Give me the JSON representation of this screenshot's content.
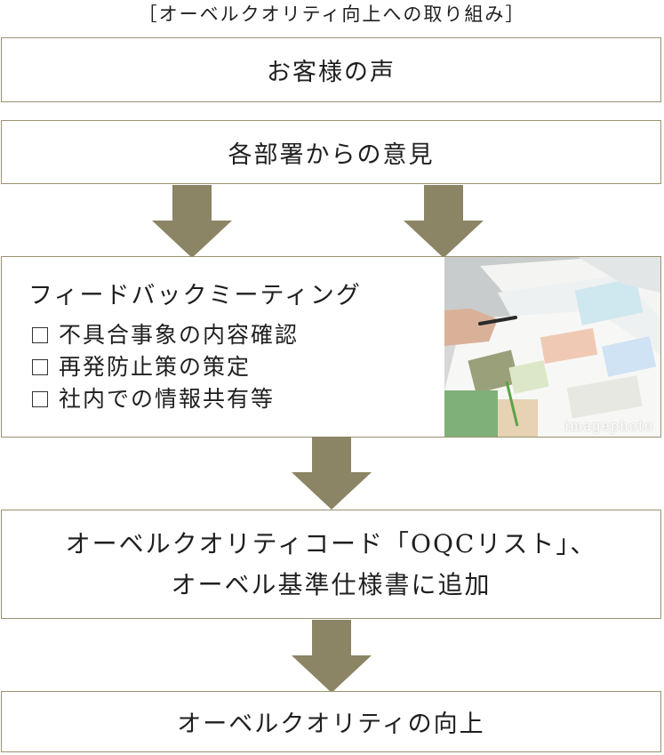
{
  "title": "［オーベルクオリティ向上への取り組み］",
  "steps": {
    "customer_voice": "お客様の声",
    "department_opinions": "各部署からの意見",
    "feedback_meeting": {
      "heading": "フィードバックミーティング",
      "items": [
        "不具合事象の内容確認",
        "再発防止策の策定",
        "社内での情報共有等"
      ],
      "photo_caption": "imagephoto"
    },
    "quality_code": {
      "line1": "オーベルクオリティコード「OQCリスト」、",
      "line2": "オーベル基準仕様書に追加"
    },
    "quality_improvement": "オーベルクオリティの向上"
  },
  "colors": {
    "arrow": "#8b8465",
    "border": "#9a9272",
    "text": "#1f1f1f"
  }
}
